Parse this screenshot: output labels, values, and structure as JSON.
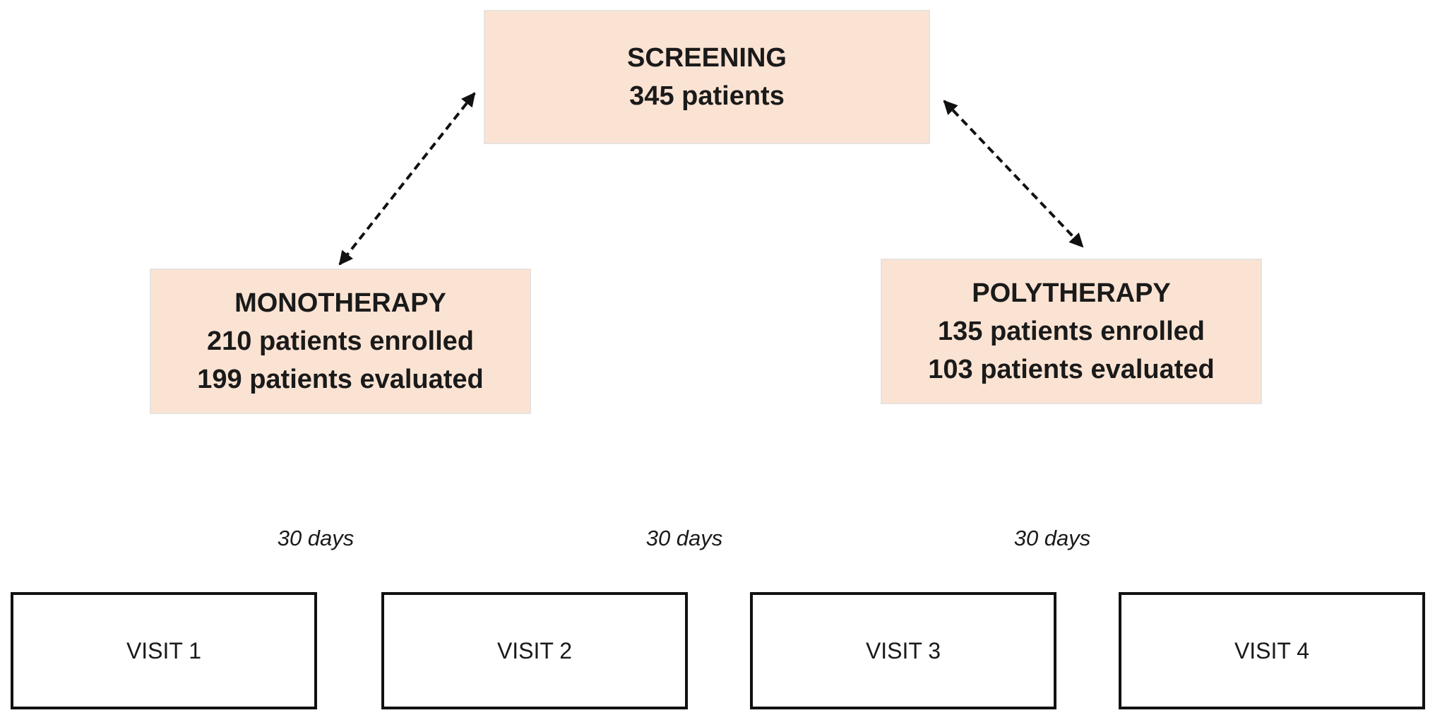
{
  "screening": {
    "title": "SCREENING",
    "count": "345 patients"
  },
  "monotherapy": {
    "title": "MONOTHERAPY",
    "enrolled": "210 patients enrolled",
    "evaluated": "199 patients evaluated"
  },
  "polytherapy": {
    "title": "POLYTHERAPY",
    "enrolled": "135 patients enrolled",
    "evaluated": "103 patients evaluated"
  },
  "intervals": [
    "30 days",
    "30 days",
    "30 days"
  ],
  "visits": [
    "VISIT 1",
    "VISIT 2",
    "VISIT 3",
    "VISIT 4"
  ],
  "colors": {
    "box_fill": "#fbe3d3",
    "box_border": "#e7e2de",
    "arrow": "#111111",
    "visit_border": "#111111"
  }
}
